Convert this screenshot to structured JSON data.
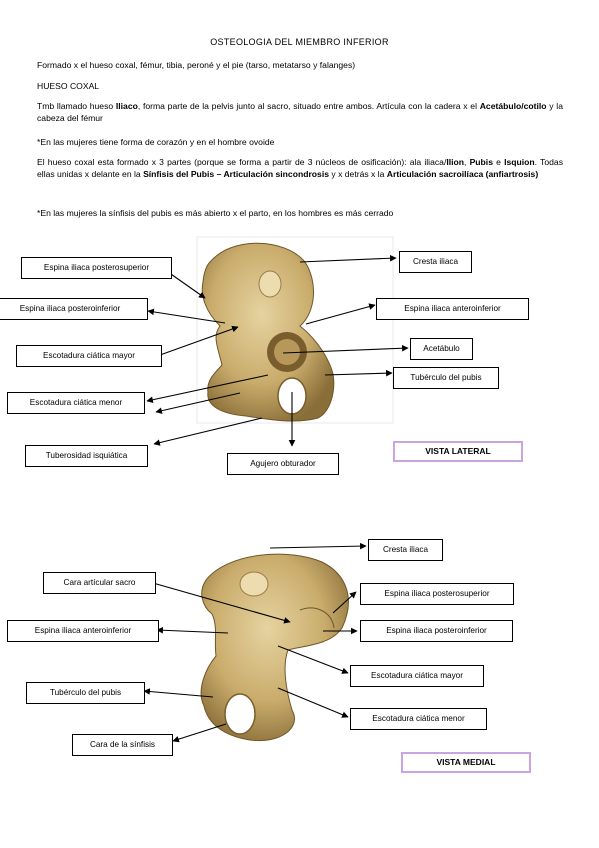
{
  "title": "OSTEOLOGIA DEL MIEMBRO INFERIOR",
  "intro": "Formado x el hueso coxal, fémur, tibia, peroné y el pie (tarso, metatarso y falanges)",
  "section": "HUESO COXAL",
  "p1": {
    "t1": "Tmb llamado hueso ",
    "b1": "Iliaco",
    "t2": ", forma parte de la pelvis junto al sacro, situado entre ambos. Artícula con la cadera x el ",
    "b2": "Acetábulo/cotilo",
    "t3": " y la cabeza del fémur"
  },
  "p2": "*En las mujeres tiene forma de corazón y en el hombre ovoide",
  "p3": {
    "t1": "El hueso coxal esta formado x 3 partes (porque se forma a partir de 3 núcleos de osificación): ala iliaca/",
    "b1": "Ilion",
    "t2": ", ",
    "b2": "Pubis",
    "t3": " e ",
    "b3": "Isquion",
    "t4": ". Todas ellas unidas x delante en la ",
    "b4": "Sínfisis del Pubis – Articulación sincondrosis",
    "t5": " y x detrás x la ",
    "b5": "Articulación sacroilíaca (anfiartrosis)"
  },
  "p4": "*En las mujeres la sínfisis del pubis es más abierto x el parto, en los hombres es más cerrado",
  "lateral": {
    "labels": {
      "posterosuperior": "Espina iliaca posterosuperior",
      "posteroinferior": "Espina iliaca posteroinferior",
      "ciatica_mayor": "Escotadura ciática mayor",
      "ciatica_menor": "Escotadura ciática menor",
      "tuberosidad": "Tuberosidad isquiática",
      "obturador": "Agujero obturador",
      "cresta": "Cresta iliaca",
      "anteroinferior": "Espina iliaca anteroinferior",
      "acetabulo": "Acetábulo",
      "tuberculo": "Tubérculo del pubis"
    },
    "view": "VISTA LATERAL"
  },
  "medial": {
    "labels": {
      "cresta": "Cresta iliaca",
      "sacro": "Cara artícular sacro",
      "posterosuperior": "Espina iliaca posterosuperior",
      "anteroinferior": "Espina iliaca anteroinferior",
      "posteroinferior": "Espina iliaca posteroinferior",
      "ciatica_mayor": "Escotadura ciática mayor",
      "tuberculo": "Tubérculo del pubis",
      "ciatica_menor": "Escotadura ciática menor",
      "sinfisis": "Cara de la sínfisis"
    },
    "view": "VISTA MEDIAL"
  },
  "colors": {
    "bone": "#c9ac6c",
    "bone_dark": "#8a6e38",
    "view_border": "#c9a4e0"
  }
}
